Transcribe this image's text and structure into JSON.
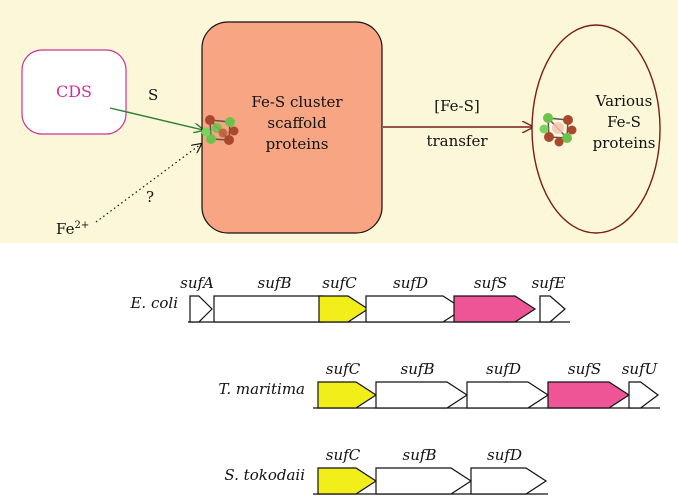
{
  "pathway": {
    "donor": "CDS",
    "sulfur_label": "S",
    "iron_label": "Fe",
    "iron_charge": "2+",
    "unknown_label": "?",
    "scaffold": [
      "Fe-S cluster",
      "scaffold",
      "proteins"
    ],
    "transfer_top": "[Fe-S]",
    "transfer_bottom": "transfer",
    "target": [
      "Various",
      "Fe-S",
      "proteins"
    ]
  },
  "operons": [
    {
      "organism": "E. coli",
      "genes": [
        {
          "name": "sufA",
          "color": "#ffffff"
        },
        {
          "name": "sufB",
          "color": "#ffffff"
        },
        {
          "name": "sufC",
          "color": "#f2ee1a"
        },
        {
          "name": "sufD",
          "color": "#ffffff"
        },
        {
          "name": "sufS",
          "color": "#ee5597"
        },
        {
          "name": "sufE",
          "color": "#ffffff"
        }
      ]
    },
    {
      "organism": "T. maritima",
      "genes": [
        {
          "name": "sufC",
          "color": "#f2ee1a"
        },
        {
          "name": "sufB",
          "color": "#ffffff"
        },
        {
          "name": "sufD",
          "color": "#ffffff"
        },
        {
          "name": "sufS",
          "color": "#ee5597"
        },
        {
          "name": "sufU",
          "color": "#ffffff"
        }
      ]
    },
    {
      "organism": "S. tokodaii",
      "genes": [
        {
          "name": "sufC",
          "color": "#f2ee1a"
        },
        {
          "name": "sufB",
          "color": "#ffffff"
        },
        {
          "name": "sufD",
          "color": "#ffffff"
        }
      ]
    }
  ],
  "colors": {
    "panel_background": "#fdf7d9",
    "scaffold_fill": "#f7a583",
    "cds_text": "#cc3399",
    "transfer_arrow": "#7a1e14",
    "sulfur_arrow": "#2e7d32"
  }
}
